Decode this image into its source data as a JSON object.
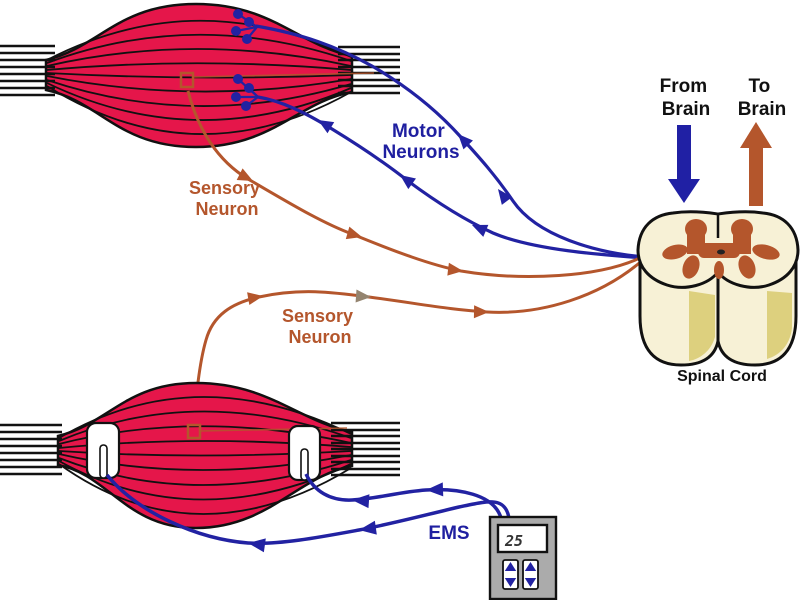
{
  "diagram": {
    "labels": {
      "from_brain": {
        "line1": "From",
        "line2": "Brain"
      },
      "to_brain": {
        "line1": "To",
        "line2": "Brain"
      },
      "motor_neurons": {
        "line1": "Motor",
        "line2": "Neurons"
      },
      "sensory_neuron_upper": {
        "line1": "Sensory",
        "line2": "Neuron"
      },
      "sensory_neuron_lower": {
        "line1": "Sensory",
        "line2": "Neuron"
      },
      "spinal_cord": "Spinal Cord",
      "ems": "EMS"
    },
    "ems_device": {
      "display_value": "25"
    },
    "colors": {
      "muscle_red": "#e5164a",
      "outline_black": "#111111",
      "motor_blue": "#2222a2",
      "sensory_brown": "#b4562c",
      "gray_matter_brown": "#b4562c",
      "spinal_cream": "#f7f1d6",
      "spinal_shadow": "#ddd07e",
      "device_gray": "#ababab",
      "electrode_white": "#ffffff"
    }
  }
}
